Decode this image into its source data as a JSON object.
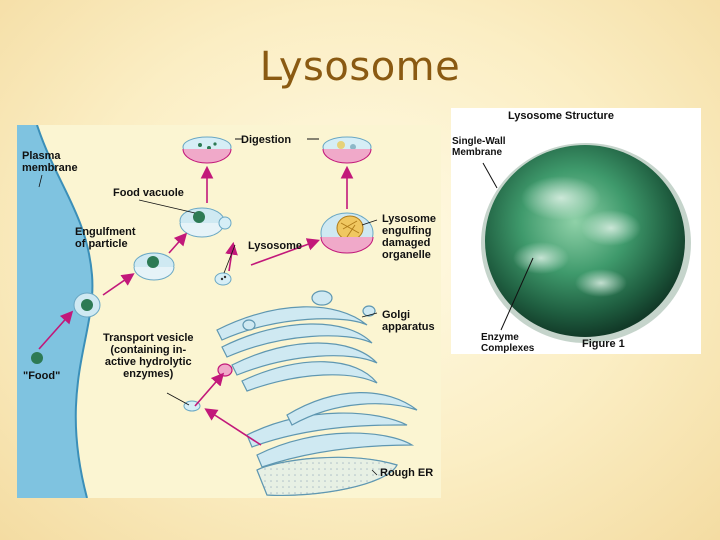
{
  "slide": {
    "title": "Lysosome"
  },
  "left_diagram": {
    "labels": {
      "digestion": "Digestion",
      "plasma_membrane": "Plasma\nmembrane",
      "food_vacuole": "Food vacuole",
      "engulfment": "Engulfment\nof particle",
      "lysosome": "Lysosome",
      "lysosome_engulfing": "Lysosome\nengulfing\ndamaged\norganelle",
      "golgi": "Golgi\napparatus",
      "transport_vesicle": "Transport vesicle\n(containing in-\nactive hydrolytic\nenzymes)",
      "food": "\"Food\"",
      "rough_er": "Rough ER"
    }
  },
  "right_figure": {
    "title": "Lysosome Structure",
    "single_wall": "Single-Wall\nMembrane",
    "enzyme": "Enzyme\nComplexes",
    "figure": "Figure 1"
  },
  "colors": {
    "title": "#8a5a12",
    "arrow": "#c2187a",
    "membrane": "#6fb7d6",
    "lysosome_green": "#2d7a54"
  }
}
